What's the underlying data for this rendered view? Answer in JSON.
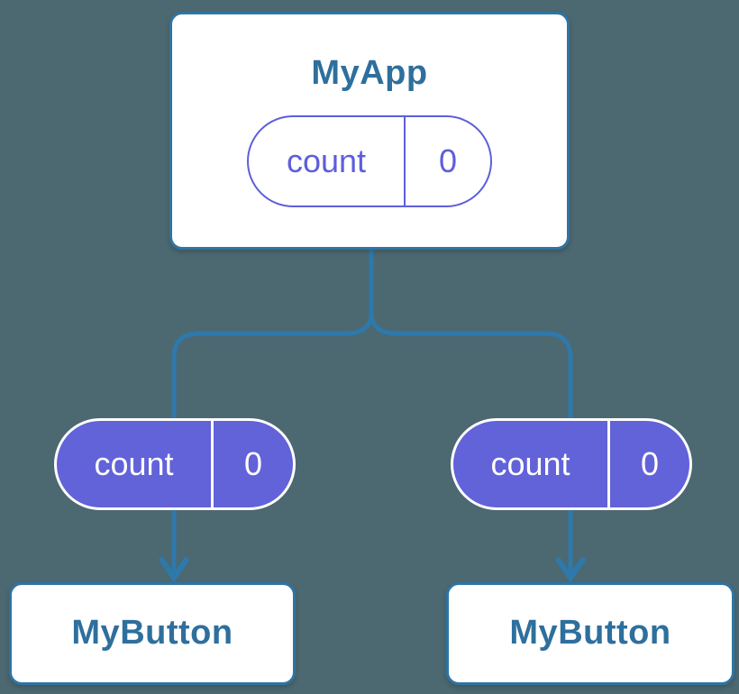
{
  "colors": {
    "canvas_bg": "#4C6871",
    "connector": "#2E79AC",
    "card_bg": "#FFFFFF",
    "card_border": "#2E74A4",
    "card_text": "#2E6F9D",
    "pill_outline": "#5E5EDB",
    "pill_fill": "#6262D9",
    "pill_fill_text": "#FFFFFF"
  },
  "tree": {
    "root": {
      "title": "MyApp",
      "state": {
        "name": "count",
        "value": "0"
      }
    },
    "children": [
      {
        "title": "MyButton",
        "state": {
          "name": "count",
          "value": "0"
        }
      },
      {
        "title": "MyButton",
        "state": {
          "name": "count",
          "value": "0"
        }
      }
    ]
  }
}
